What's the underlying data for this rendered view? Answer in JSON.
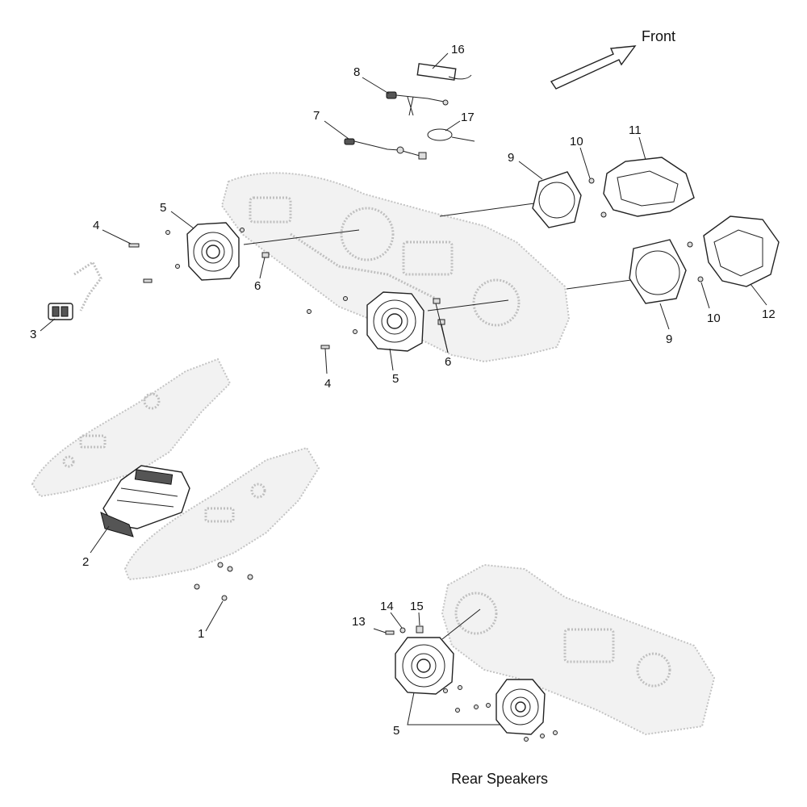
{
  "front_label": "Front",
  "section_label": "Rear Speakers",
  "callouts": {
    "c1": "1",
    "c2": "2",
    "c3": "3",
    "c4a": "4",
    "c4b": "4",
    "c5a": "5",
    "c5b": "5",
    "c5c": "5",
    "c6a": "6",
    "c6b": "6",
    "c7": "7",
    "c8": "8",
    "c9a": "9",
    "c9b": "9",
    "c10a": "10",
    "c10b": "10",
    "c11": "11",
    "c12": "12",
    "c13": "13",
    "c14": "14",
    "c15": "15",
    "c16": "16",
    "c17": "17"
  }
}
